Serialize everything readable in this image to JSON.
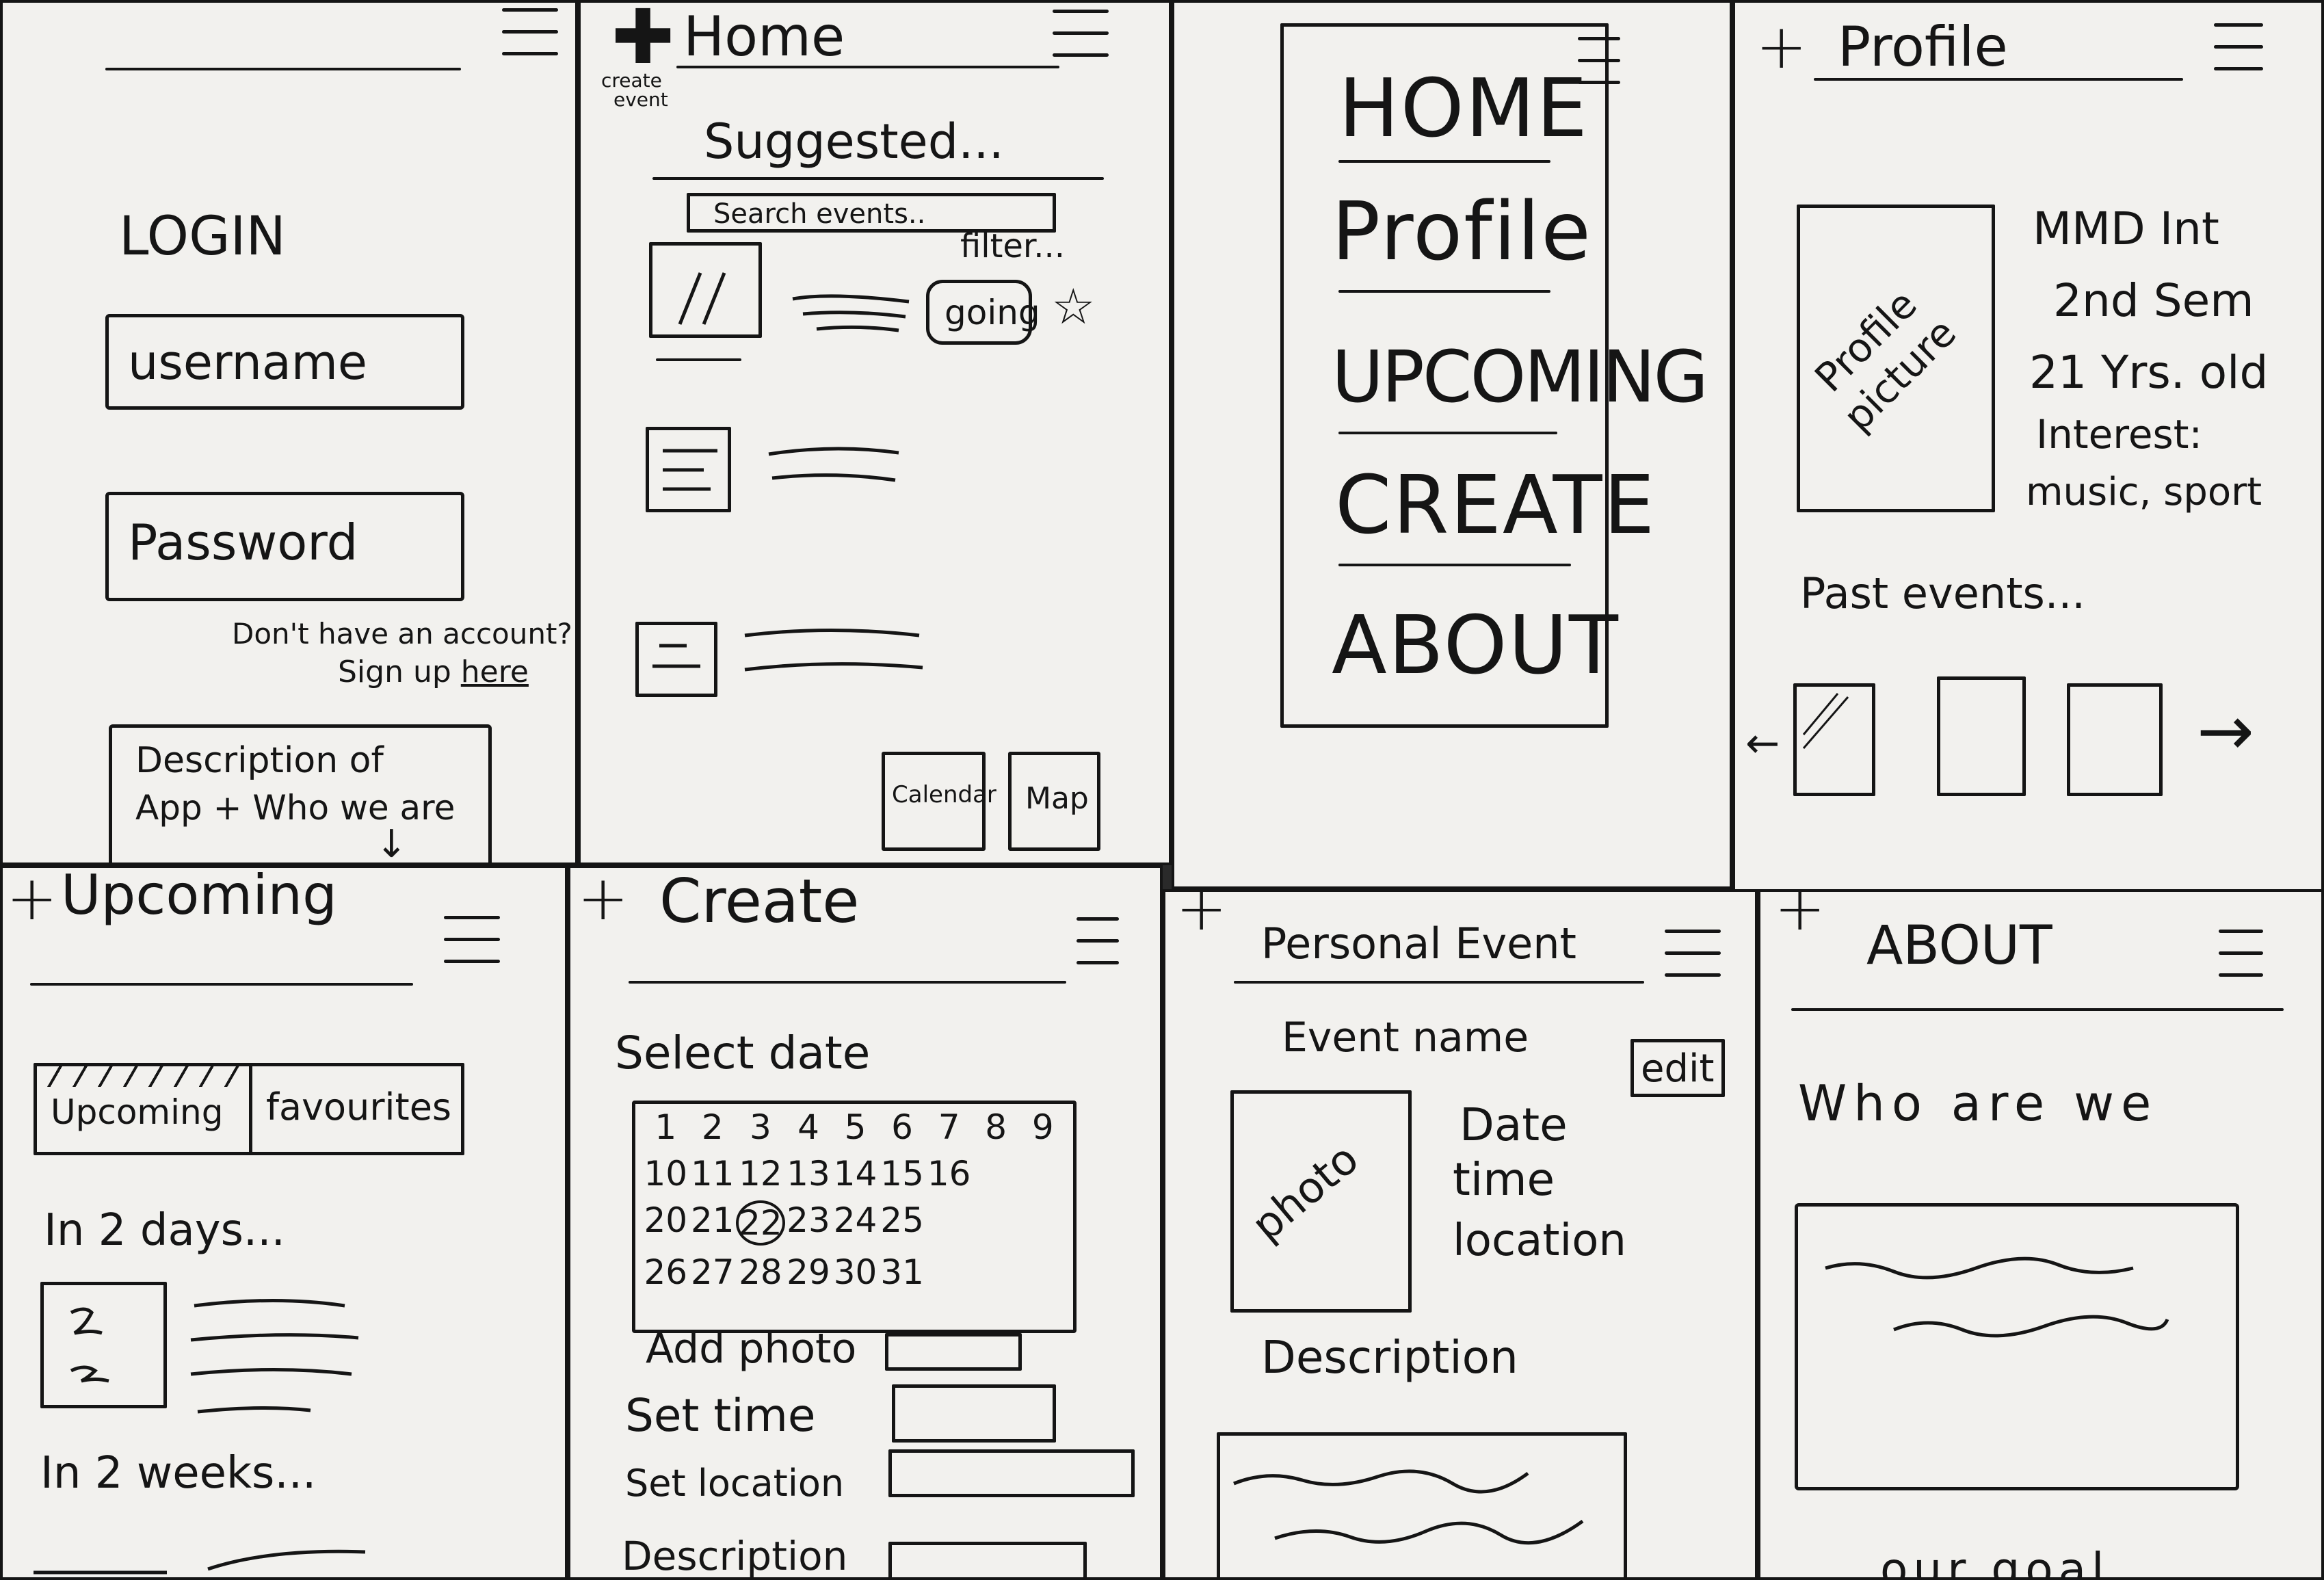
{
  "login": {
    "title": "LOGIN",
    "username_placeholder": "username",
    "password_placeholder": "Password",
    "no_account": "Don't have an account?",
    "sign_up_prefix": "Sign up",
    "sign_up_link": "here",
    "description_line1": "Description of",
    "description_line2": "App + Who we are",
    "arrow": "↓"
  },
  "home": {
    "title": "Home",
    "create_event_label_line1": "create",
    "create_event_label_line2": "event",
    "suggested": "Suggested...",
    "search_placeholder": "Search events..",
    "filter": "filter...",
    "going_badge": "going",
    "star": "☆",
    "calendar_button": "Calendar",
    "map_button": "Map"
  },
  "menu": {
    "items": [
      "HOME",
      "Profile",
      "UPCOMING",
      "CREATE",
      "ABOUT"
    ]
  },
  "profile": {
    "title": "Profile",
    "picture_label_line1": "Profile",
    "picture_label_line2": "picture",
    "info": [
      "MMD Int",
      "2nd Sem",
      "21 Yrs. old",
      "Interest:",
      "music, sport"
    ],
    "past_events": "Past events...",
    "left_arrow": "←",
    "right_arrow": "→"
  },
  "upcoming": {
    "title": "Upcoming",
    "tab_upcoming": "Upcoming",
    "tab_favourites": "favourites",
    "in_2_days": "In 2 days...",
    "in_2_weeks": "In 2 weeks..."
  },
  "create": {
    "title": "Create",
    "select_date": "Select date",
    "calendar_days": [
      "1",
      "2",
      "3",
      "4",
      "5",
      "6",
      "7",
      "8",
      "9",
      "10",
      "11",
      "12",
      "13",
      "14",
      "15",
      "16",
      "",
      "",
      "20",
      "21",
      "22",
      "23",
      "24",
      "25",
      "",
      "",
      "",
      "26",
      "27",
      "28",
      "29",
      "30",
      "31",
      "",
      "",
      ""
    ],
    "selected_day": "22",
    "add_photo": "Add photo",
    "set_time": "Set time",
    "set_location": "Set location",
    "description": "Description"
  },
  "personal_event": {
    "title": "Personal Event",
    "event_name": "Event name",
    "edit_button": "edit",
    "photo_label": "photo",
    "date": "Date",
    "time": "time",
    "location": "location",
    "description": "Description"
  },
  "about": {
    "title": "ABOUT",
    "who_are_we": "Who are we",
    "our_goal": "our goal"
  }
}
